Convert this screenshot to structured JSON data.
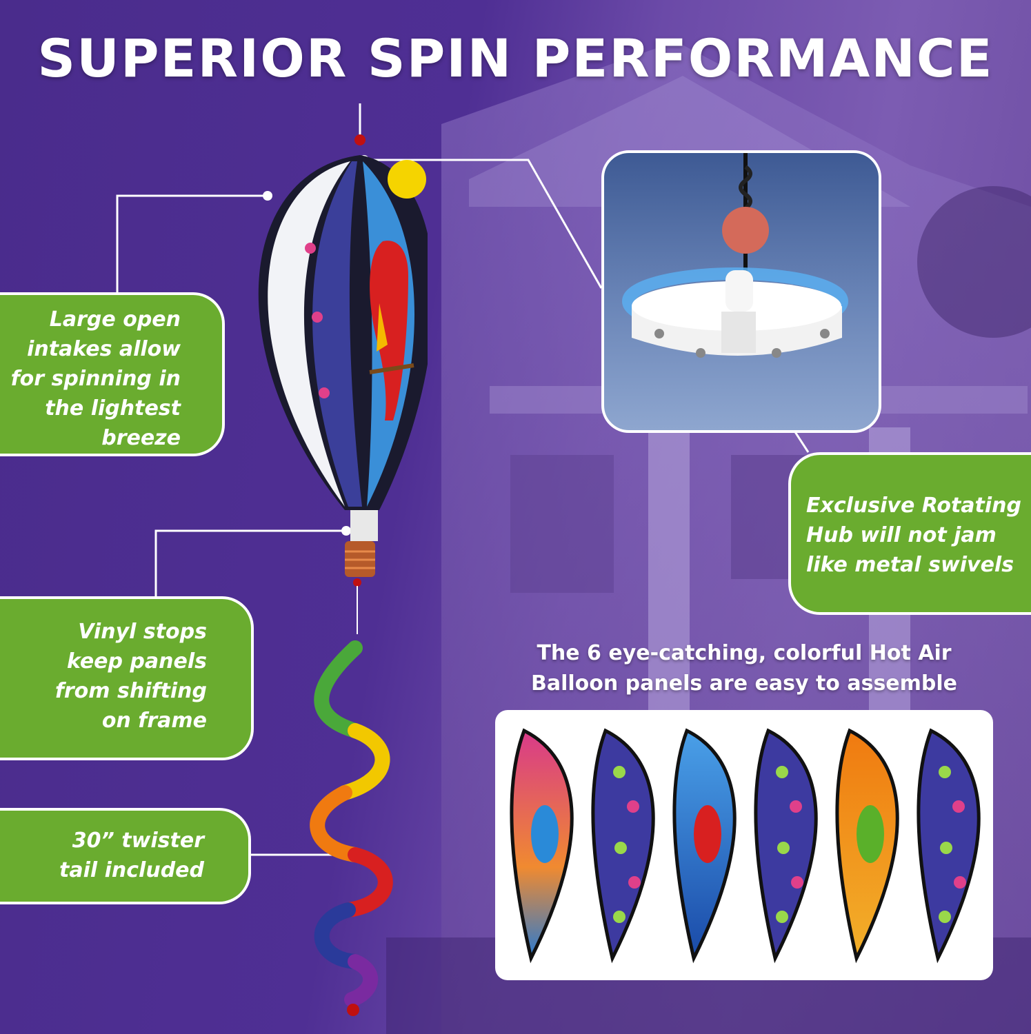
{
  "title": "SUPERIOR SPIN PERFORMANCE",
  "callouts": {
    "intakes": [
      "Large open",
      "intakes allow",
      "for spinning in",
      "the lightest",
      "breeze"
    ],
    "vinyl": [
      "Vinyl stops",
      "keep panels",
      "from shifting",
      "on frame"
    ],
    "tail": [
      "30” twister",
      "tail included"
    ],
    "hub": [
      "Exclusive Rotating",
      "Hub will not jam",
      "like metal swivels"
    ]
  },
  "panels_caption": [
    "The 6 eye-catching, colorful Hot Air",
    "Balloon panels are easy to assemble"
  ],
  "panels": [
    {
      "design": "blue-parrot-sunset"
    },
    {
      "design": "margarita-hibiscus-purple"
    },
    {
      "design": "red-parrot-blue-sky"
    },
    {
      "design": "margarita-hibiscus-purple"
    },
    {
      "design": "green-parrot-orange-sky"
    },
    {
      "design": "margarita-hibiscus-purple"
    }
  ],
  "colors": {
    "callout_green": "#6aac2f",
    "background_purple": "#4f2f94",
    "text_white": "#ffffff"
  }
}
